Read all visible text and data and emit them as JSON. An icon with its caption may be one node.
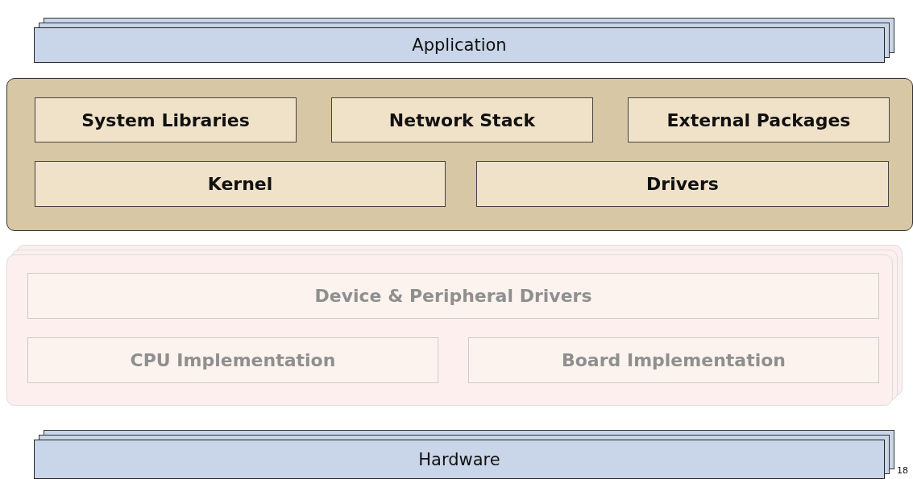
{
  "diagram": {
    "nodes": [
      {
        "text": [
          "Application"
        ]
      },
      {
        "text": [],
        "shape": "box"
      },
      {
        "text": [
          "System Libraries"
        ],
        "in": 1
      },
      {
        "text": [
          "Network Stack"
        ],
        "in": 1
      },
      {
        "text": [
          "External Packages"
        ],
        "in": 1
      },
      {
        "text": [
          "Kernel"
        ],
        "in": 1
      },
      {
        "text": [
          "Drivers"
        ],
        "in": 1
      },
      {
        "text": [],
        "shape": "box"
      },
      {
        "text": [
          "Device & Peripheral Drivers"
        ],
        "in": 7
      },
      {
        "text": [
          "CPU Implementation"
        ],
        "in": 7
      },
      {
        "text": [
          "Board Implementation"
        ],
        "in": 7
      },
      {
        "text": [
          "Hardware"
        ]
      }
    ],
    "edges": [],
    "labels": [
      "18"
    ]
  }
}
